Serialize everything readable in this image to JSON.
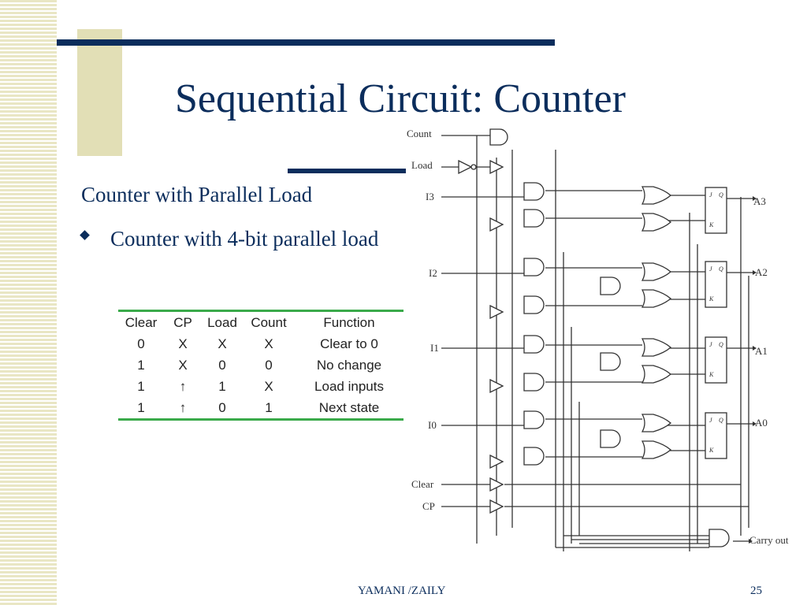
{
  "slide": {
    "title": "Sequential Circuit: Counter",
    "heading": "Counter with Parallel Load",
    "bullet": "Counter with 4-bit parallel load",
    "footer_center": "YAMANI /ZAILY",
    "page_number": "25"
  },
  "table": {
    "headers": [
      "Clear",
      "CP",
      "Load",
      "Count",
      "Function"
    ],
    "rows": [
      [
        "0",
        "X",
        "X",
        "X",
        "Clear to 0"
      ],
      [
        "1",
        "X",
        "0",
        "0",
        "No change"
      ],
      [
        "1",
        "↑",
        "1",
        "X",
        "Load inputs"
      ],
      [
        "1",
        "↑",
        "0",
        "1",
        "Next state"
      ]
    ]
  },
  "circuit": {
    "inputs": [
      "Count",
      "Load",
      "I3",
      "I2",
      "I1",
      "I0",
      "Clear",
      "CP"
    ],
    "outputs": [
      "A3",
      "A2",
      "A1",
      "A0",
      "Carry out"
    ],
    "ff_pins": {
      "j": "J",
      "k": "K",
      "q": "Q"
    }
  },
  "colors": {
    "title": "#0b2d5c",
    "table_rule": "#3aaa4a",
    "stripes": "#e9e6c4"
  }
}
